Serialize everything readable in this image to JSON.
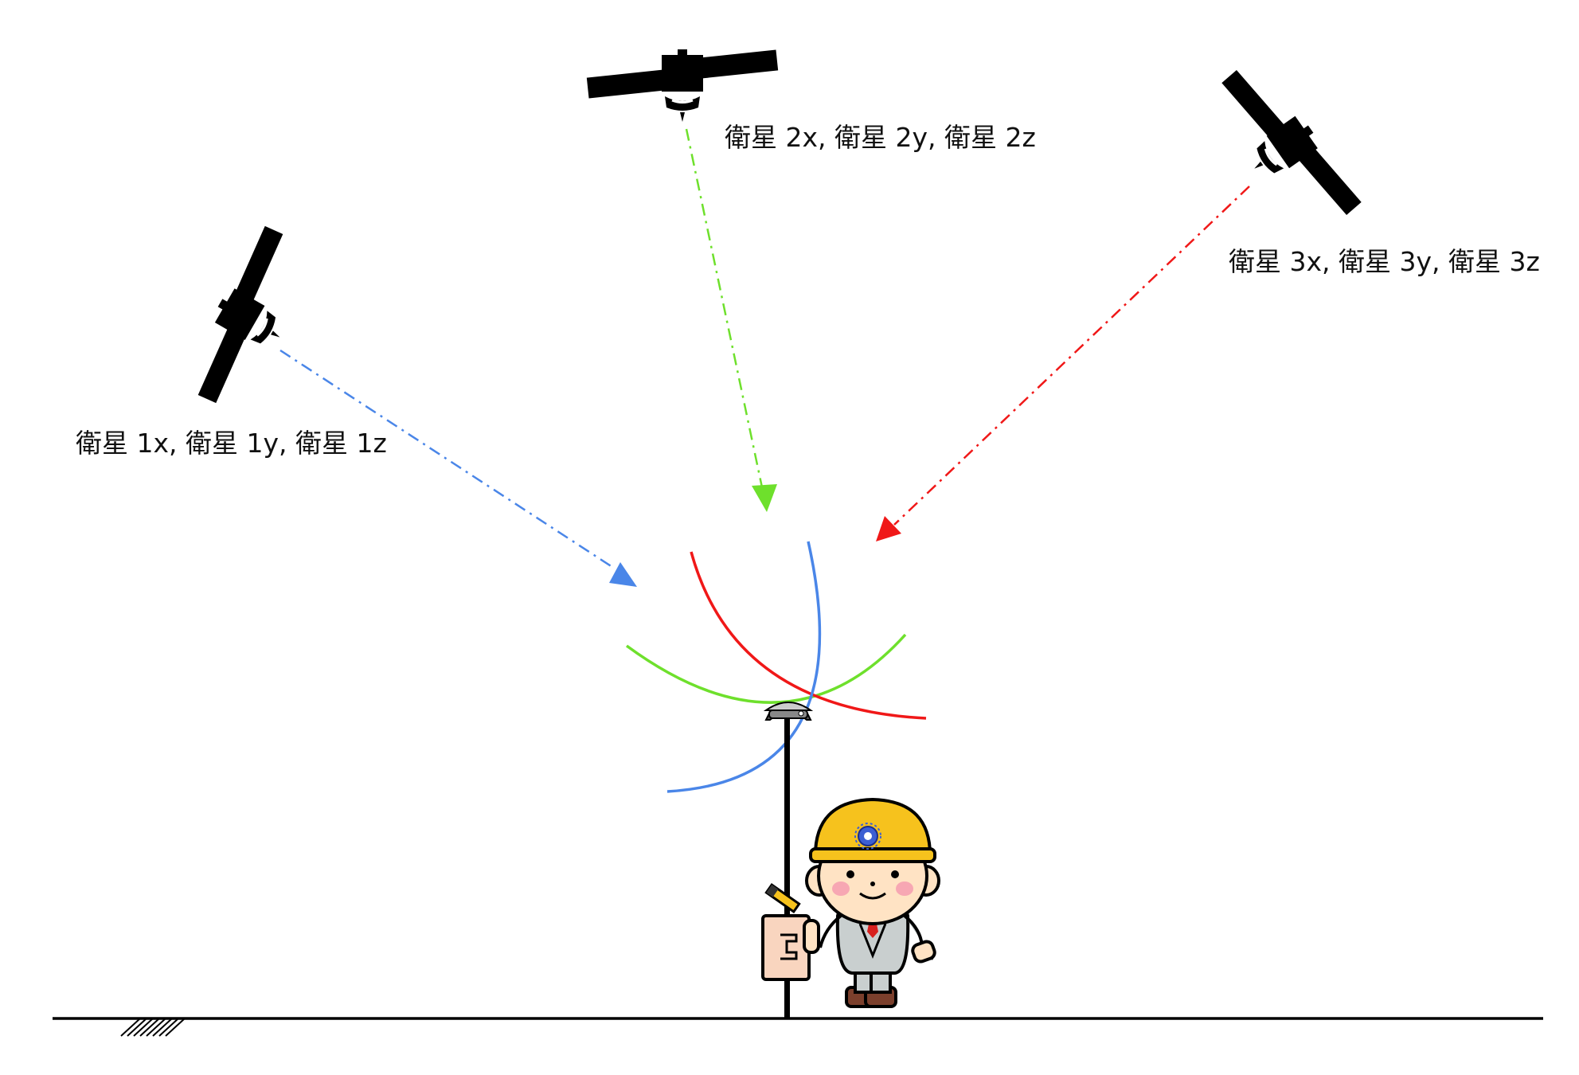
{
  "satellites": [
    {
      "label": "衛星 1x, 衛星 1y, 衛星 1z",
      "signal_color": "#4a86e8"
    },
    {
      "label": "衛星 2x, 衛星 2y, 衛星 2z",
      "signal_color": "#6ee02c"
    },
    {
      "label": "衛星 3x, 衛星 3y, 衛星 3z",
      "signal_color": "#f01818"
    }
  ],
  "colors": {
    "satellite": "#000000",
    "ground": "#000000",
    "helmet": "#f6c21d",
    "suit": "#c9cfcf",
    "skin": "#ffe3c4",
    "cheek": "#f7a7b3",
    "tie": "#d8201e",
    "board": "#f9d5bf"
  },
  "icons": {
    "satellite": "satellite-icon",
    "receiver": "gnss-receiver-icon",
    "surveyor": "surveyor-character-icon"
  }
}
